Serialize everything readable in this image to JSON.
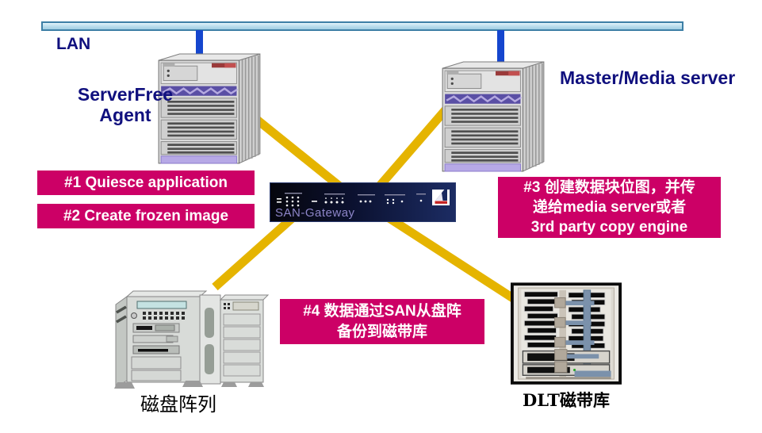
{
  "lan": {
    "label": "LAN"
  },
  "servers": {
    "serverfree": {
      "line1": "ServerFree",
      "line2": "Agent"
    },
    "master": {
      "label": "Master/Media server"
    }
  },
  "gateway": {
    "label": "SAN-Gateway"
  },
  "storage": {
    "disk_array": {
      "label": "磁盘阵列"
    },
    "tape_library": {
      "label": "DLT磁带库"
    }
  },
  "steps": {
    "step1": "#1 Quiesce application",
    "step2": "#2 Create frozen image",
    "step3_line1": "#3 创建数据块位图，并传",
    "step3_line2": "递给media server或者",
    "step3_line3": "3rd party copy engine",
    "step4_line1": "#4 数据通过SAN从盘阵",
    "step4_line2": "备份到磁带库"
  },
  "colors": {
    "step_magenta": "#CC0066",
    "san_link_yellow": "#E5B400",
    "ethernet_blue": "#1546CE",
    "lan_border": "#3D7FA6",
    "heading_navy": "#10107E"
  }
}
